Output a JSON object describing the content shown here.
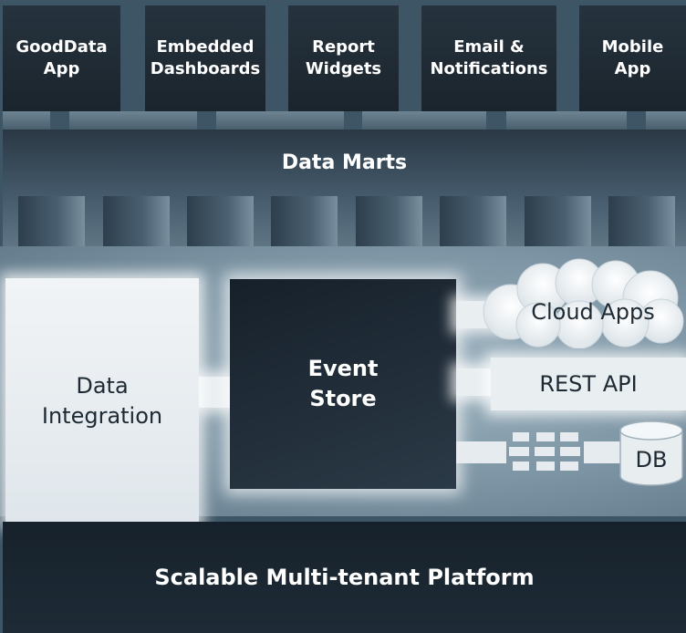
{
  "apps": [
    {
      "label": "GoodData\nApp"
    },
    {
      "label": "Embedded\nDashboards"
    },
    {
      "label": "Report\nWidgets"
    },
    {
      "label": "Email &\nNotifications"
    },
    {
      "label": "Mobile\nApp"
    }
  ],
  "data_marts": {
    "label": "Data Marts"
  },
  "data_integration": {
    "label": "Data\nIntegration"
  },
  "event_store": {
    "label": "Event\nStore"
  },
  "sources": {
    "cloud_apps": "Cloud Apps",
    "rest_api": "REST API",
    "db": "DB"
  },
  "platform": {
    "label": "Scalable Multi-tenant Platform"
  }
}
